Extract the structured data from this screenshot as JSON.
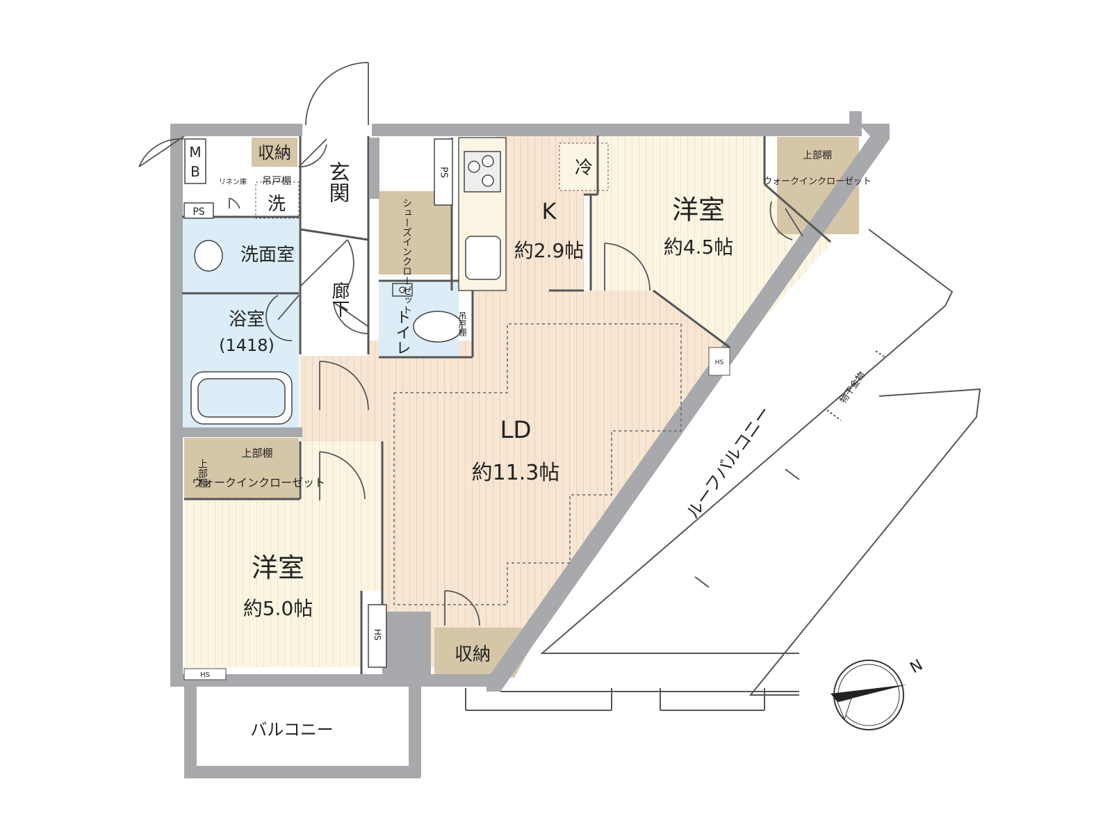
{
  "colors": {
    "wall": "#a7a9ac",
    "wall_dark": "#6d6e71",
    "wood_ld": "#f7e6d3",
    "wood_room": "#fbf6e4",
    "wet": "#dcedf7",
    "storage": "#d5c6a7",
    "white": "#ffffff",
    "line": "#333333"
  },
  "rooms": {
    "western_room_1": {
      "name": "洋室",
      "area": "約4.5帖"
    },
    "western_room_2": {
      "name": "洋室",
      "area": "約5.0帖"
    },
    "kitchen": {
      "name": "K",
      "area": "約2.9帖"
    },
    "ld": {
      "name": "LD",
      "area": "約11.3帖"
    },
    "entrance": "玄関",
    "corridor": "廊下",
    "washroom": "洗面室",
    "bath": {
      "name": "浴室",
      "size": "(1418)"
    },
    "toilet": "トイレ",
    "storage_top": "収納",
    "storage_bottom": "収納",
    "shoes_closet": "シューズインクローゼット",
    "walk_in_closet": "ウォークインクローゼット",
    "upper_shelf": "上部棚",
    "upper_shelf_vertical": "上部棚",
    "hanging_shelf": "吊戸棚",
    "hanging_shelf_toilet": "吊戸棚",
    "linen": "リネン庫",
    "washer": "洗",
    "fridge": "冷",
    "roof_balcony": "ルーフバルコニー",
    "balcony": "バルコニー",
    "drying_rack": "物干金物"
  },
  "tags": {
    "mb": "MB",
    "ps": "PS",
    "hs": "HS"
  },
  "compass": {
    "north": "N"
  }
}
